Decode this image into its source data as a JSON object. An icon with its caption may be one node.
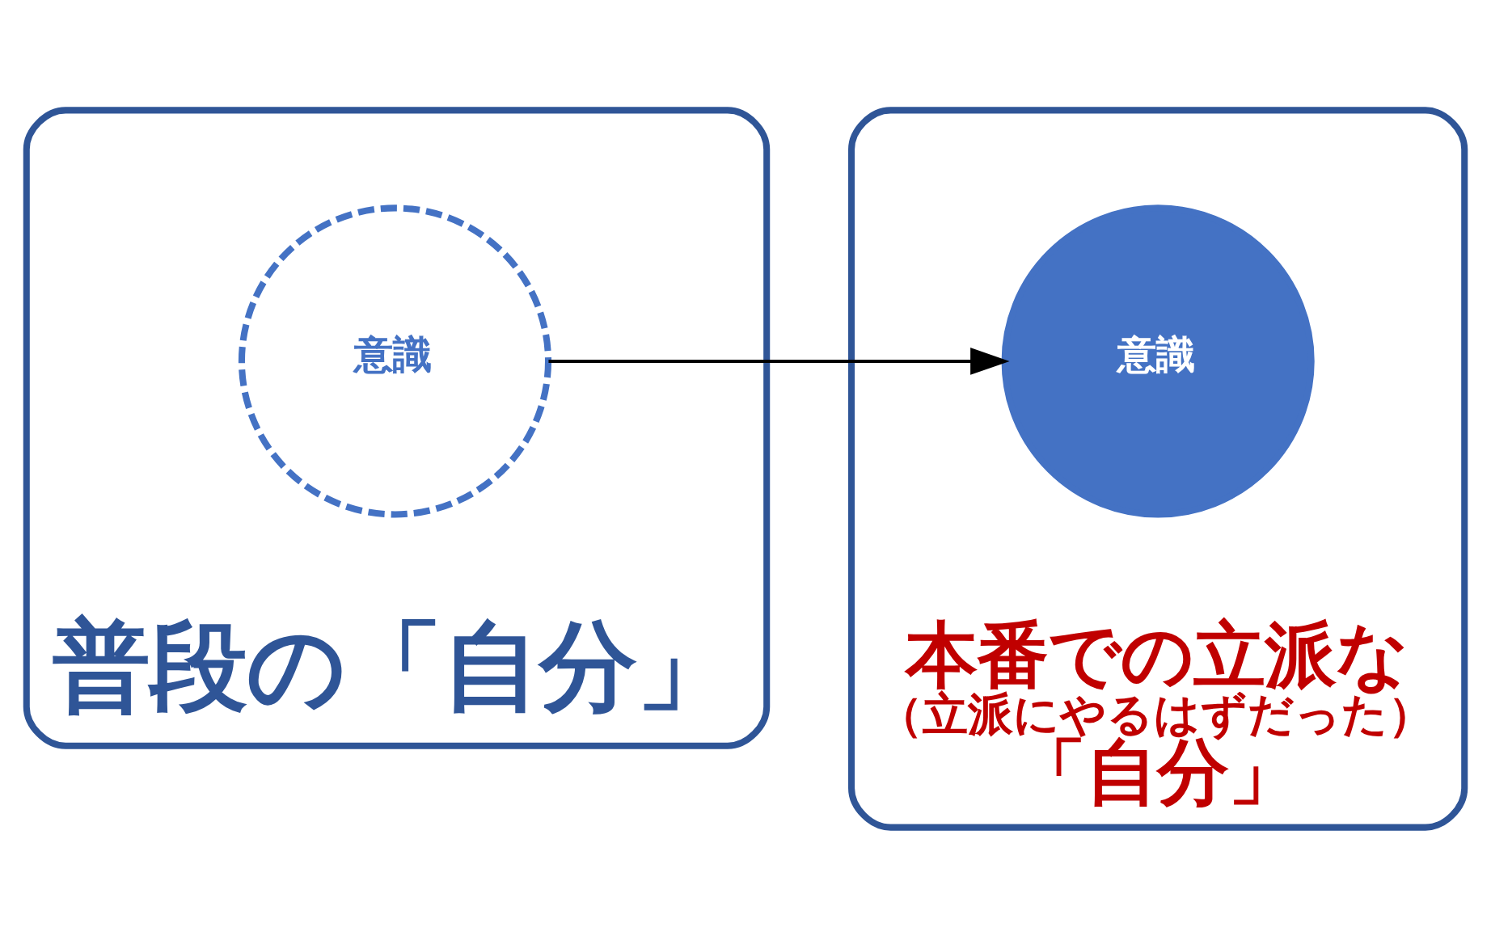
{
  "diagram": {
    "nodes": [
      {
        "text": [
          "普段の「自分」"
        ]
      },
      {
        "text": [
          "意識"
        ],
        "in": 0
      },
      {
        "text": [
          "本番での立派な",
          "（立派にやるはずだった）",
          "「自分」"
        ]
      },
      {
        "text": [
          "意識"
        ],
        "in": 2
      }
    ],
    "edges": [
      {
        "from": 1,
        "to": 3,
        "arrow": "to"
      }
    ]
  }
}
